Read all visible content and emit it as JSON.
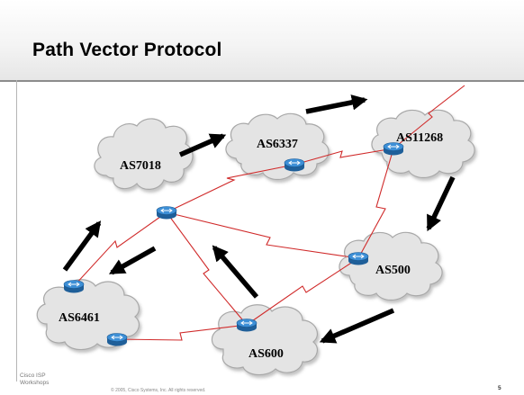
{
  "slide": {
    "title": "Path Vector Protocol",
    "footer_line1": "Cisco ISP",
    "footer_line2": "Workshops",
    "copyright": "© 2005, Cisco Systems, Inc. All rights reserved.",
    "page_number": "5"
  },
  "diagram": {
    "nodes": [
      {
        "id": "as7018",
        "label": "AS7018"
      },
      {
        "id": "as6337",
        "label": "AS6337"
      },
      {
        "id": "as11268",
        "label": "AS11268"
      },
      {
        "id": "as500",
        "label": "AS500"
      },
      {
        "id": "as600",
        "label": "AS600"
      },
      {
        "id": "as6461",
        "label": "AS6461"
      }
    ],
    "links": [
      [
        "as7018",
        "as6337"
      ],
      [
        "as6337",
        "as11268"
      ],
      [
        "as11268",
        "as500"
      ],
      [
        "as7018",
        "as500"
      ],
      [
        "as7018",
        "as600"
      ],
      [
        "as7018",
        "as6461"
      ],
      [
        "as500",
        "as600"
      ],
      [
        "as600",
        "as6461"
      ]
    ],
    "colors": {
      "cloud_fill": "#e4e4e4",
      "cloud_stroke": "#a8a8a8",
      "link": "#d02a2a",
      "router": "#2f77b8",
      "arrow": "#000000"
    }
  }
}
